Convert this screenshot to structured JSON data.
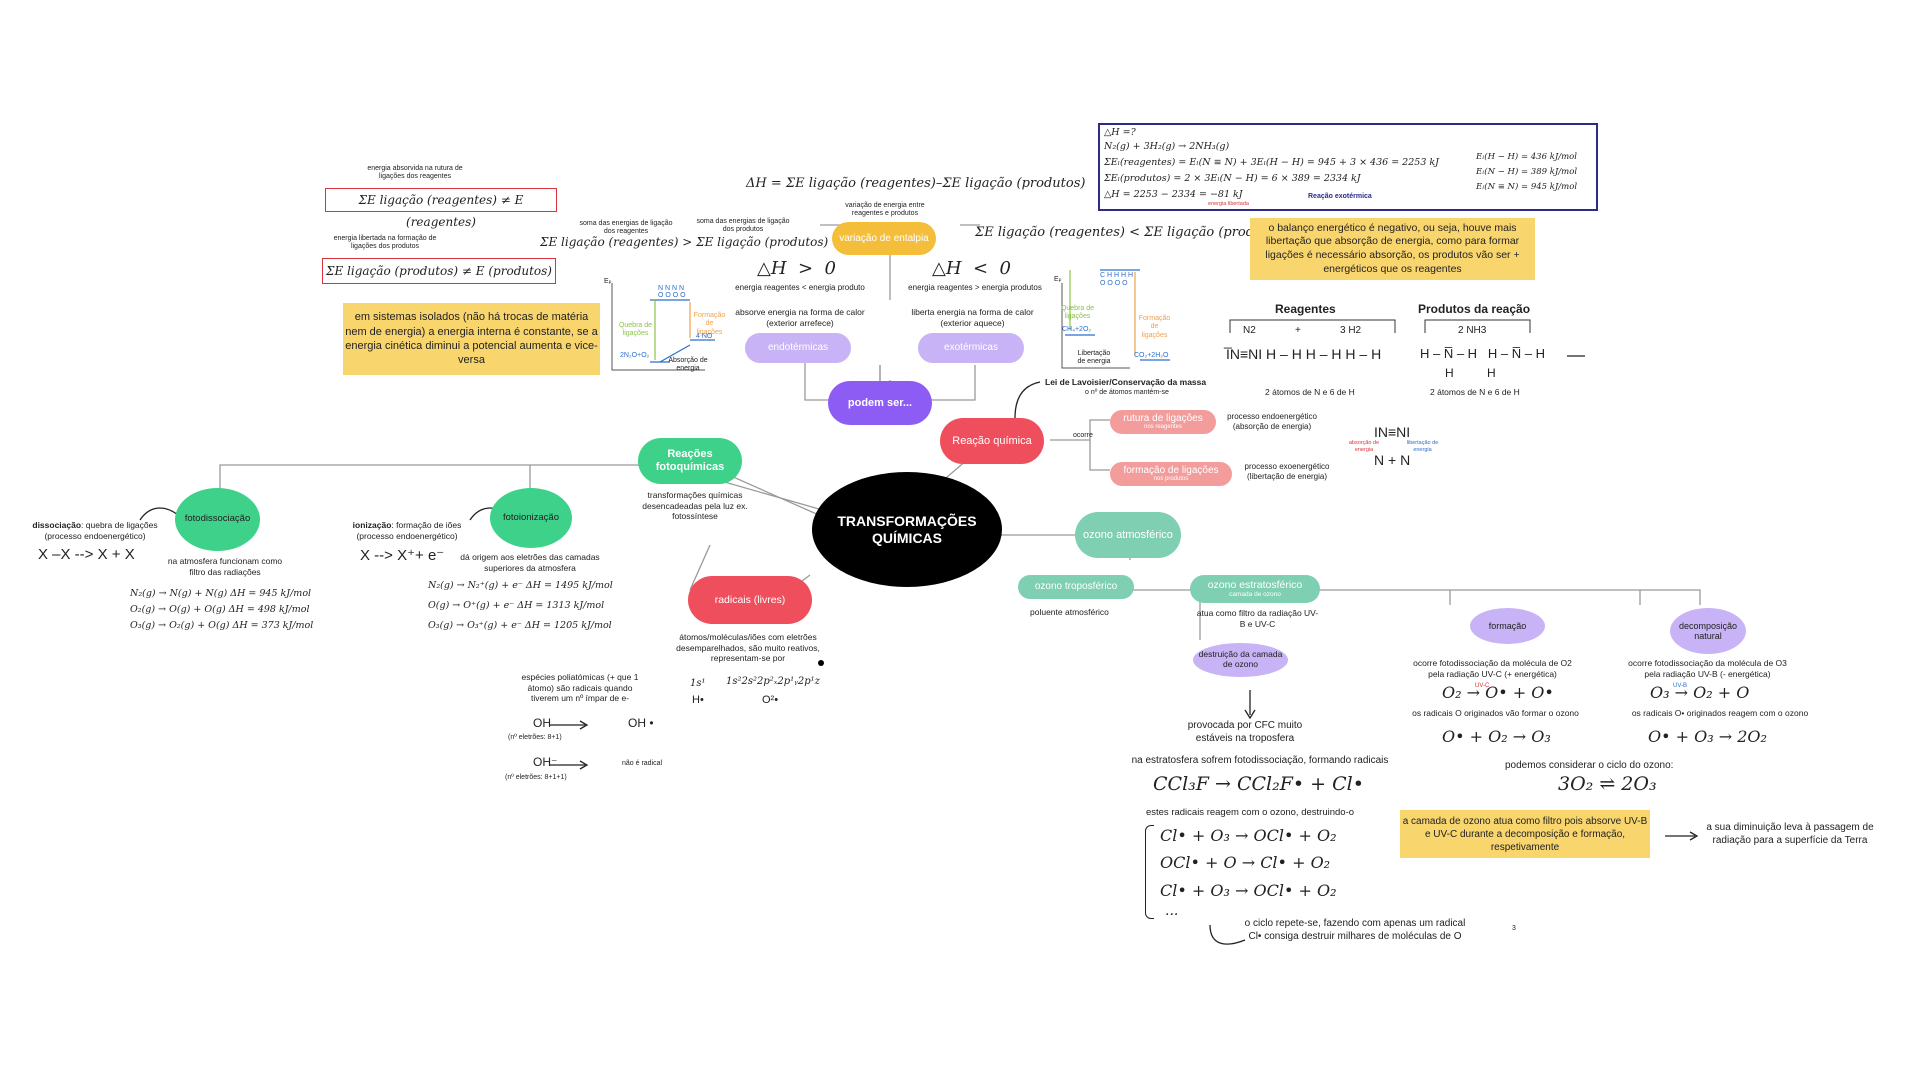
{
  "center": {
    "label": "TRANSFORMAÇÕES QUÍMICAS"
  },
  "branches": {
    "fotoquimicas": {
      "label": "Reações fotoquímicas",
      "desc": "transformações químicas desencadeadas pela luz ex. fotossíntese"
    },
    "radicais": {
      "label": "radicais (livres)",
      "desc": "átomos/moléculas/iões com eletrões desemparelhados, são muito reativos, representam-se por"
    },
    "reacao": {
      "label": "Reação química",
      "ocorre": "ocorre"
    },
    "ozono": {
      "label": "ozono atmosférico"
    },
    "podem": {
      "label": "podem ser..."
    }
  },
  "fotodiss": {
    "label": "fotodissociação",
    "title_bold": "dissociação",
    "title_rest": ": quebra de ligações (processo endoenergético)",
    "eq": "X –X  --> X + X",
    "note": "na atmosfera funcionam como filtro das radiações",
    "eqs": [
      "N₂(g) → N(g) + N(g) ΔH = 945 kJ/mol",
      "O₂(g) → O(g) + O(g) ΔH = 498 kJ/mol",
      "O₃(g) → O₂(g) + O(g) ΔH = 373 kJ/mol"
    ]
  },
  "fotoion": {
    "label": "fotoionização",
    "title_bold": "ionização",
    "title_rest": ": formação de iões (processo endoenergético)",
    "eq": "X --> X⁺+ e⁻",
    "note": "dá origem aos eletrões das camadas superiores da atmosfera",
    "eqs": [
      "N₂(g) → N₂⁺(g) + e⁻  ΔH = 1495 kJ/mol",
      "O(g) → O⁺(g) + e⁻  ΔH = 1313 kJ/mol",
      "O₃(g) → O₃⁺(g) + e⁻  ΔH = 1205 kJ/mol"
    ]
  },
  "radicais_extra": {
    "config1": "1s¹",
    "config2": "1s²2s²2p²ₓ2p¹ᵧ2p¹z",
    "h": "H•",
    "o": "O²•",
    "poli": "espécies poliatómicas (+ que 1 átomo) são radicais quando tiverem um nº ímpar de e-",
    "oh1": "OH",
    "oh1e": "(nº eletrões: 8+1)",
    "oh1r": "OH •",
    "oh2": "OH⁻",
    "oh2e": "(nº eletrões: 8+1+1)",
    "oh2r": "não é radical"
  },
  "energia": {
    "absorvida_label": "energia absorvida na rutura de ligações dos reagentes",
    "absorvida_eq": "ΣE ligação (reagentes) ≠ E (reagentes)",
    "libertada_label": "energia libertada na formação de ligações dos produtos",
    "libertada_eq": "ΣE ligação (produtos) ≠ E (produtos)",
    "note": "em sistemas isolados (não há trocas de matéria nem de energia) a energia interna é constante, se a energia cinética diminui a potencial aumenta e vice-versa"
  },
  "entalpia": {
    "label": "variação de entalpia",
    "formula": "ΔH = ΣE ligação (reagentes)–ΣE ligação (produtos)",
    "desc": "variação de energia entre reagentes e produtos",
    "soma_reag": "soma das energias de ligação dos reagentes",
    "soma_prod": "soma das energias de ligação dos produtos",
    "endo_ineq": "ΣE ligação (reagentes) > ΣE ligação (produtos)",
    "exo_ineq": "ΣE ligação (reagentes) < ΣE ligação (produtos)",
    "dh_pos": "△H  >  0",
    "dh_neg": "△H  <  0",
    "pos_desc": "energia reagentes < energia produto",
    "neg_desc": "energia reagentes > energia produtos",
    "abs_calor": "absorve energia na forma de calor (exterior arrefece)",
    "lib_calor": "liberta energia na forma de calor (exterior aquece)",
    "endo": "endotérmicas",
    "exo": "exotérmicas"
  },
  "diag_endo": {
    "ep": "Eₚ",
    "top": "N N N N",
    "top2": "O O O O",
    "quebra": "Quebra de ligações",
    "formacao": "Formação de ligações",
    "no": "4 NO",
    "reag": "2N₂O+O₂",
    "absorcao": "Absorção de energia"
  },
  "diag_exo": {
    "ep": "Eₚ",
    "top": "C H H H H",
    "top2": "O O O O",
    "quebra": "Quebra de ligações",
    "formacao": "Formação de ligações",
    "reag": "CH₄+2O₂",
    "prod": "CO₂+2H₂O",
    "libertacao": "Libertação de energia"
  },
  "calc": {
    "lines": [
      "△H =?",
      "N₂(g)  + 3H₂(g) → 2NH₃(g)",
      "ΣEₗ(reagentes) = Eₗ(N ≡ N) + 3Eₗ(H − H) = 945 + 3 × 436 = 2253 kJ",
      "ΣEₗ(produtos) = 2 × 3Eₗ(N − H) = 6 × 389 = 2334 kJ",
      "△H = 2253 − 2334 = −81 kJ"
    ],
    "side": [
      "Eₗ(H − H) = 436 kJ/mol",
      "Eₗ(N − H) = 389 kJ/mol",
      "Eₗ(N ≡ N) = 945 kJ/mol"
    ],
    "lib": "energia libertada",
    "reacao": "Reação exotérmica",
    "border": "#2e2a8a"
  },
  "balanco": "o balanço energético é negativo, ou seja, houve mais libertação que absorção de energia, como para formar ligações é necessário absorção, os produtos vão ser + energéticos que os reagentes",
  "reagentes_prod": {
    "reag": "Reagentes",
    "prod": "Produtos da reação",
    "n2": "N2",
    "plus": "+",
    "h2": "3 H2",
    "nh3": "2 NH3",
    "mol_reag": "I̅N≡NI H – H H – H H – H",
    "mol_prod": "H – N̅ – H   H – N̅ – H",
    "h_under": "H          H",
    "at_reag": "2 átomos de N e 6 de H",
    "at_prod": "2 átomos de N e 6 de H"
  },
  "lavoisier": {
    "title": "Lei de Lavoisier/Conservação da massa",
    "sub": "o nº de átomos mantém-se"
  },
  "rutura": {
    "label": "rutura de ligações",
    "sub": "nos reagentes",
    "desc": "processo endoenergético (absorção de energia)"
  },
  "formacao": {
    "label": "formação de ligações",
    "sub": "nos produtos",
    "desc": "processo exoenergético (libertação de energia)"
  },
  "nn": {
    "top": "IN≡NI",
    "bottom": "N + N",
    "abs": "absorção de energia",
    "lib": "libertação de energia"
  },
  "ozono": {
    "tropo": "ozono troposférico",
    "tropo_desc": "poluente atmosférico",
    "estrato": "ozono estratosférico",
    "estrato_sub": "camada de ozono",
    "estrato_desc": "atua como filtro da radiação UV-B e UV-C",
    "destr": "destruição da camada de ozono",
    "cfc": "provocada por CFC muito estáveis na troposfera",
    "fotodiss_txt": "na estratosfera sofrem fotodissociação, formando radicais",
    "ccl": "CCl₃F → CCl₂F• + Cl•",
    "reagem": "estes radicais reagem com o ozono, destruindo-o",
    "cycle": [
      "Cl• + O₃ → OCl• + O₂",
      "OCl• + O → Cl• + O₂",
      "Cl• + O₃ → OCl• + O₂",
      "..."
    ],
    "ciclo": "o ciclo repete-se, fazendo com apenas um radical Cl• consiga destruir milhares de moléculas de O",
    "formacao": "formação",
    "formacao_desc": "ocorre fotodissociação da molécula de O2 pela radiação UV-C (+ energética)",
    "formacao_eq": "O₂ → O• + O•",
    "uvc": "UV-C",
    "formacao_note": "os radicais O  originados vão formar o ozono",
    "formacao_eq2": "O• + O₂ → O₃",
    "decomp": "decomposição natural",
    "decomp_desc": "ocorre fotodissociação da molécula de O3 pela radiação UV-B (- energética)",
    "decomp_eq": "O₃ → O₂ + O",
    "uvb": "UV-B",
    "decomp_note": "os radicais O• originados reagem com o ozono",
    "decomp_eq2": "O• + O₃ → 2O₂",
    "ciclo_title": "podemos considerar o ciclo do ozono:",
    "ciclo_eq": "3O₂ ⇌ 2O₃",
    "camada": "a camada de ozono atua como filtro pois absorve UV-B e UV-C durante a decomposição e formação, respetivamente",
    "diminuicao": "a sua diminuição leva à passagem de radiação para a superfície da Terra",
    "page": "3"
  },
  "colors": {
    "green": "#3dd18a",
    "red": "#ef4f5c",
    "purple": "#8c5cf5",
    "teal": "#7fcfb3",
    "lavender": "#c7b3f5",
    "orange": "#f5be3a",
    "pink": "#f29c9c",
    "note": "#f9d56e"
  }
}
